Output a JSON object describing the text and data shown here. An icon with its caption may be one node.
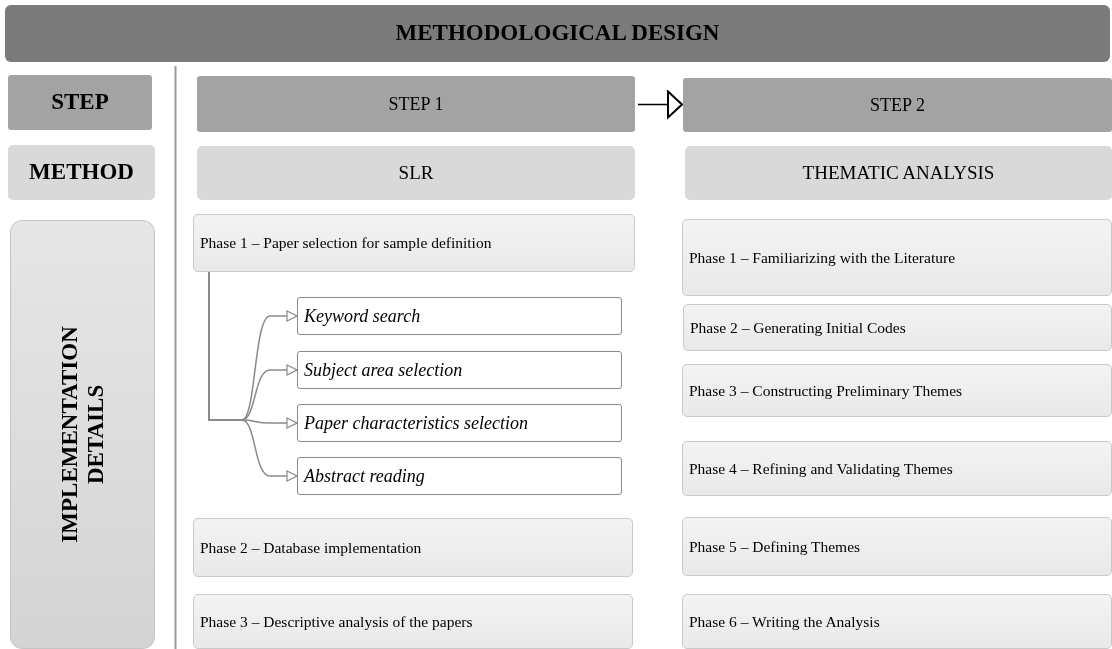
{
  "diagram": {
    "nodes": [
      {
        "text": [
          "METHODOLOGICAL DESIGN"
        ]
      },
      {
        "text": [
          "STEP"
        ]
      },
      {
        "text": [
          "METHOD"
        ]
      },
      {
        "text": [
          "IMPLEMENTATION DETAILS"
        ]
      },
      {
        "text": [
          "STEP 1"
        ]
      },
      {
        "text": [
          "STEP 2"
        ]
      },
      {
        "text": [
          "SLR"
        ]
      },
      {
        "text": [
          "THEMATIC ANALYSIS"
        ]
      },
      {
        "text": [
          "Phase 1 – Paper selection for sample definition"
        ]
      },
      {
        "text": [
          "Keyword search"
        ]
      },
      {
        "text": [
          "Subject area selection"
        ]
      },
      {
        "text": [
          "Paper characteristics selection"
        ]
      },
      {
        "text": [
          "Abstract reading"
        ]
      },
      {
        "text": [
          "Phase 2 – Database implementation"
        ]
      },
      {
        "text": [
          "Phase 3 – Descriptive analysis of the papers"
        ]
      },
      {
        "text": [
          "Phase 1 – Familiarizing with the Literature"
        ]
      },
      {
        "text": [
          "Phase 2 – Generating Initial Codes"
        ]
      },
      {
        "text": [
          "Phase 3 – Constructing Preliminary Themes"
        ]
      },
      {
        "text": [
          "Phase 4 – Refining and Validating Themes"
        ]
      },
      {
        "text": [
          "Phase 5 – Defining Themes"
        ]
      },
      {
        "text": [
          "Phase 6 – Writing the Analysis"
        ]
      }
    ],
    "edges": [
      {
        "from": 4,
        "to": 5,
        "arrow": "to",
        "color": "#000000"
      },
      {
        "from": 8,
        "to": 9,
        "arrow": "to"
      },
      {
        "from": 8,
        "to": 10,
        "arrow": "to"
      },
      {
        "from": 8,
        "to": 11,
        "arrow": "to"
      },
      {
        "from": 8,
        "to": 12,
        "arrow": "to"
      }
    ]
  }
}
